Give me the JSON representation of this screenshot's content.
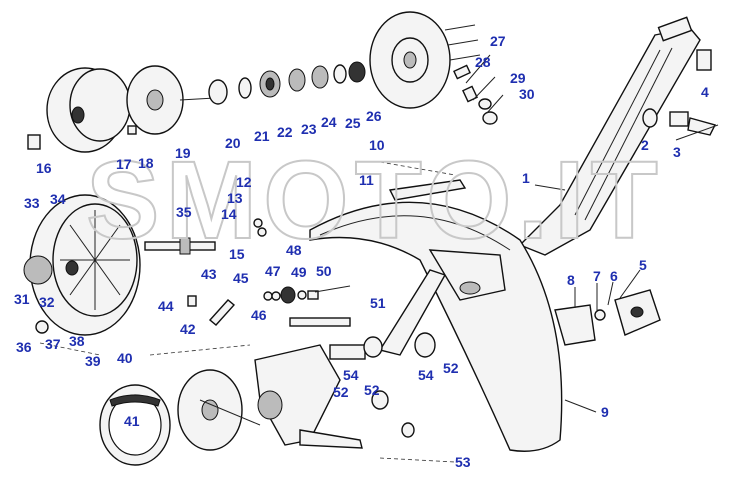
{
  "diagram": {
    "watermark": "SMOTO.IT",
    "callouts": [
      "1",
      "2",
      "3",
      "4",
      "5",
      "6",
      "7",
      "8",
      "9",
      "10",
      "11",
      "12",
      "13",
      "14",
      "15",
      "16",
      "17",
      "18",
      "19",
      "20",
      "21",
      "22",
      "23",
      "24",
      "25",
      "26",
      "27",
      "28",
      "29",
      "30",
      "31",
      "32",
      "33",
      "34",
      "35",
      "36",
      "37",
      "38",
      "39",
      "40",
      "41",
      "42",
      "43",
      "44",
      "45",
      "46",
      "47",
      "48",
      "49",
      "50",
      "51",
      "52",
      "52",
      "52",
      "53",
      "54",
      "54"
    ]
  },
  "colors": {
    "callout": "#1f2fb0",
    "ink": "#111111",
    "watermark": "#c8c8c8"
  }
}
